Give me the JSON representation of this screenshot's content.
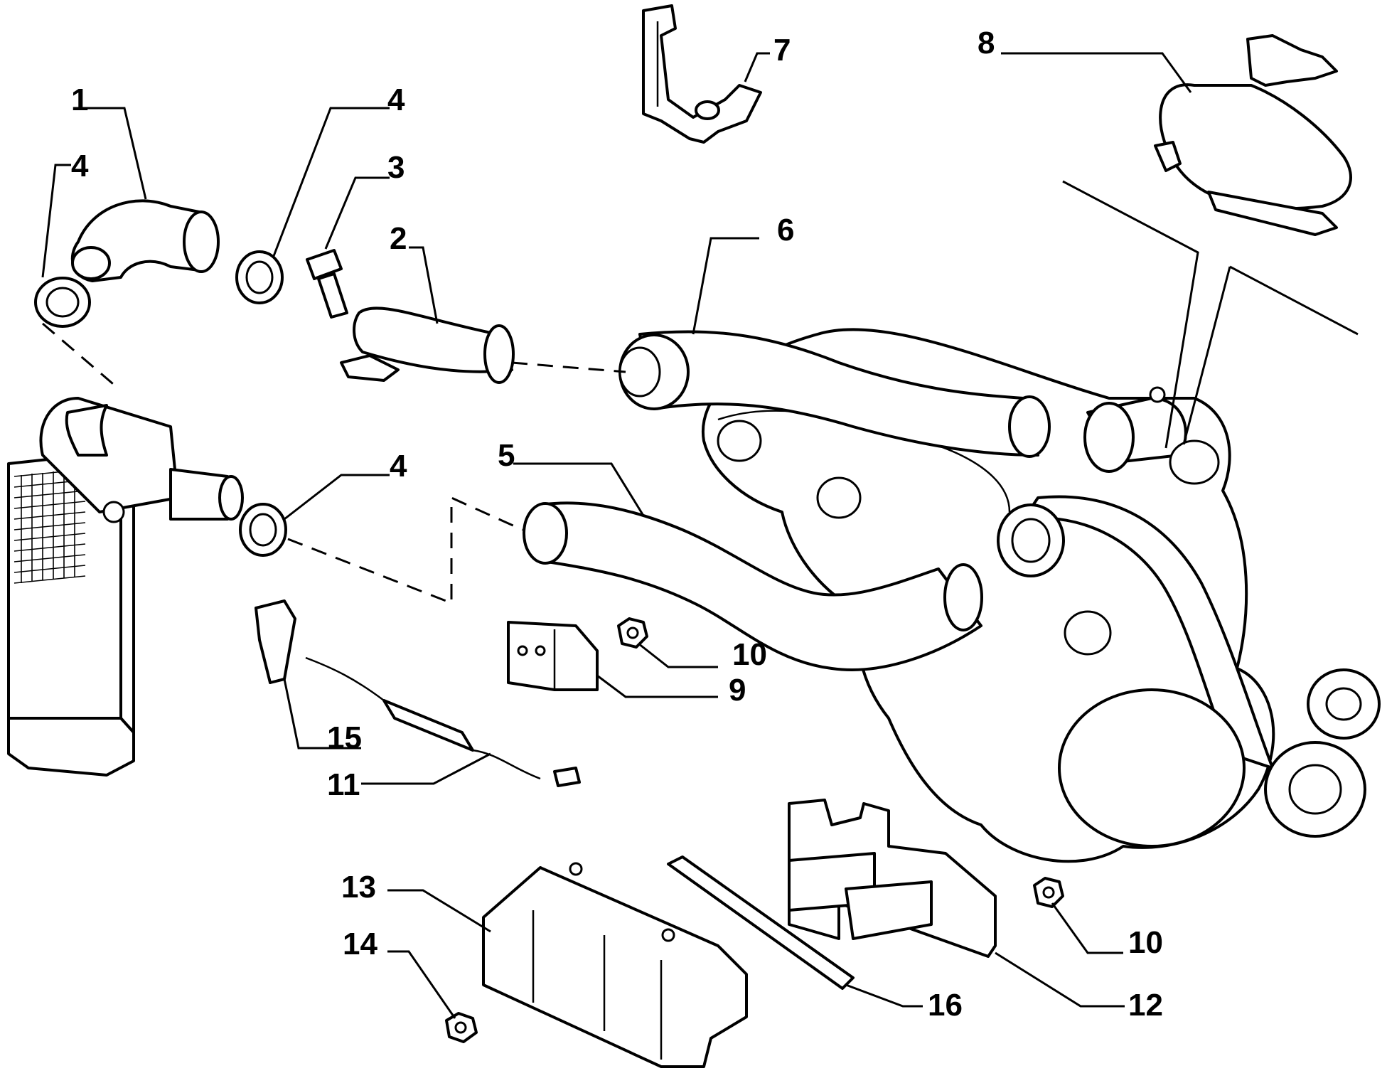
{
  "colors": {
    "line": "#000000",
    "background": "#ffffff"
  },
  "callouts": [
    {
      "id": "c1",
      "label": "1"
    },
    {
      "id": "c2",
      "label": "2"
    },
    {
      "id": "c3",
      "label": "3"
    },
    {
      "id": "c4a",
      "label": "4"
    },
    {
      "id": "c4b",
      "label": "4"
    },
    {
      "id": "c4c",
      "label": "4"
    },
    {
      "id": "c5",
      "label": "5"
    },
    {
      "id": "c6",
      "label": "6"
    },
    {
      "id": "c7",
      "label": "7"
    },
    {
      "id": "c8",
      "label": "8"
    },
    {
      "id": "c9",
      "label": "9"
    },
    {
      "id": "c10a",
      "label": "10"
    },
    {
      "id": "c10b",
      "label": "10"
    },
    {
      "id": "c11",
      "label": "11"
    },
    {
      "id": "c12",
      "label": "12"
    },
    {
      "id": "c13",
      "label": "13"
    },
    {
      "id": "c14",
      "label": "14"
    },
    {
      "id": "c15",
      "label": "15"
    },
    {
      "id": "c16",
      "label": "16"
    }
  ]
}
